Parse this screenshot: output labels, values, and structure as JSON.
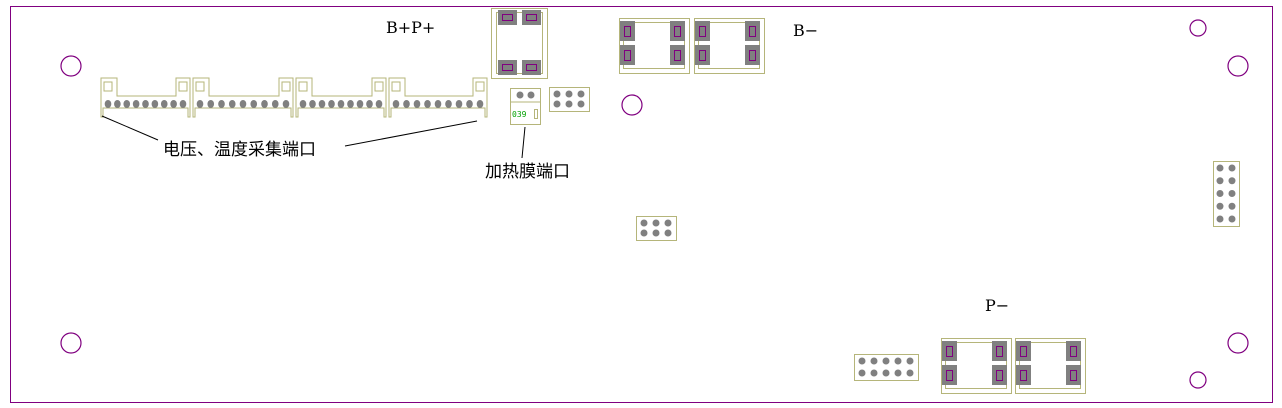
{
  "labels": {
    "bp_plus": "B+P+",
    "b_minus": "B−",
    "p_minus": "P−",
    "sampling_port": "电压、温度采集端口",
    "heater_port": "加热膜端口",
    "heater_part_code": "039"
  },
  "colors": {
    "board_outline": "#800080",
    "silkscreen": "#b5b57a",
    "pad": "#808080",
    "pad_outline": "#800080",
    "part_code": "#00a000"
  },
  "connectors": {
    "count": 4,
    "pins_per_connector": 9
  }
}
